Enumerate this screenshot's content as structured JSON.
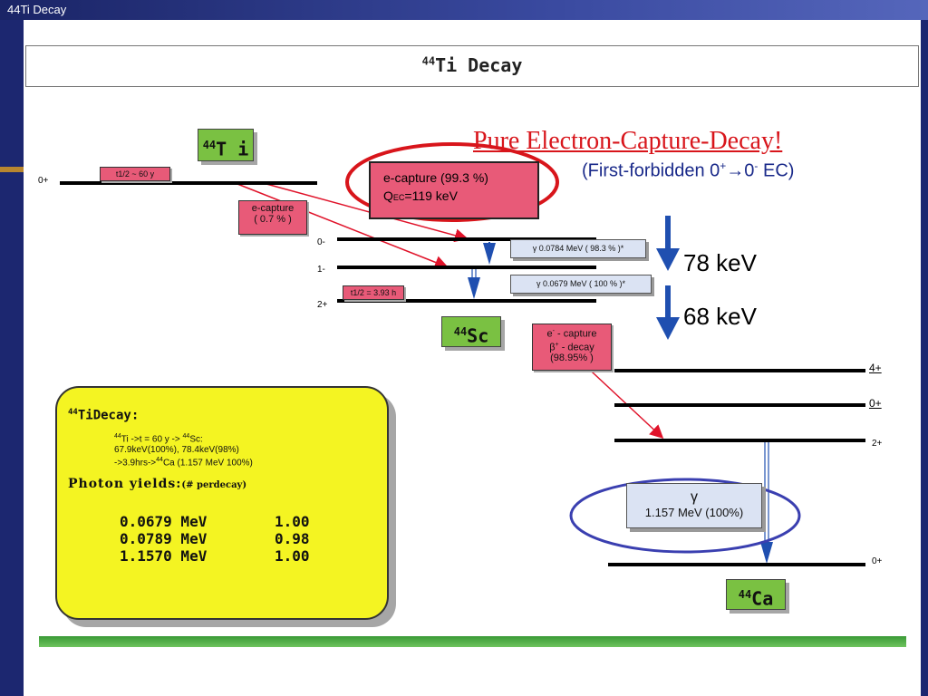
{
  "window": {
    "title": "44Ti Decay"
  },
  "slide": {
    "title_mass": "44",
    "title_rest": "Ti Decay",
    "headline": "Pure Electron-Capture-Decay!",
    "forbidden_pre": "(First-forbidden 0",
    "forbidden_sup1": "+",
    "forbidden_mid": "→0",
    "forbidden_sup2": "-",
    "forbidden_post": " EC)",
    "energy_78": "78 keV",
    "energy_68": "68 keV"
  },
  "nuclides": {
    "ti": {
      "mass": "44",
      "symbol": "T i"
    },
    "sc": {
      "mass": "44",
      "symbol": "Sc"
    },
    "ca": {
      "mass": "44",
      "symbol": "Ca"
    }
  },
  "levels": {
    "ti_ground": "0+",
    "sc_0": "0-",
    "sc_1": "1-",
    "sc_2": "2+",
    "ca_4": "4+",
    "ca_0a": "0+",
    "ca_2": "2+",
    "ca_0b": "0+"
  },
  "labels": {
    "ti_halflife": "t1/2 ~ 60 y",
    "sc_halflife": "t1/2 = 3.93 h",
    "ec_small_l1": "e-capture",
    "ec_small_l2": "( 0.7 % )",
    "ec_main_l1": "e-capture (99.3 %)",
    "ec_main_q": "Q",
    "ec_main_sub": "EC",
    "ec_main_val": "=119 keV",
    "sc_decay_l1_pre": "e",
    "sc_decay_l1_sup": "-",
    "sc_decay_l1_post": " - capture",
    "sc_decay_l2_pre": "β",
    "sc_decay_l2_sup": "+",
    "sc_decay_l2_post": " - decay",
    "sc_decay_l3": "(98.95% )",
    "gamma_1": "γ  0.0784 MeV  ( 98.3 % )*",
    "gamma_2": "γ  0.0679 MeV  ( 100 % )*",
    "gamma_big_sym": "γ",
    "gamma_big_val": "1.157 MeV (100%)"
  },
  "info_box": {
    "title_mass": "44",
    "title_rest": "TiDecay:",
    "line1_a": "44",
    "line1_b": "Ti ->t = 60 y    -> ",
    "line1_c": "44",
    "line1_d": "Sc:",
    "line2": "67.9keV(100%),  78.4keV(98%)",
    "line3_a": "->3.9hrs->",
    "line3_b": "44",
    "line3_c": "Ca (1.157 MeV 100%)",
    "yields_label": "Photon yields:",
    "yields_note": "(# perdecay)",
    "yields": [
      {
        "energy": "0.0679 MeV",
        "value": "1.00"
      },
      {
        "energy": "0.0789 MeV",
        "value": "0.98"
      },
      {
        "energy": "1.1570 MeV",
        "value": "1.00"
      }
    ]
  },
  "colors": {
    "nuclide_green": "#7ac142",
    "label_pink": "#e85a78",
    "gamma_blue": "#1f4fb0",
    "highlight_red": "#d8151b",
    "highlight_blue": "#3a3fb0",
    "info_yellow": "#f4f422"
  }
}
